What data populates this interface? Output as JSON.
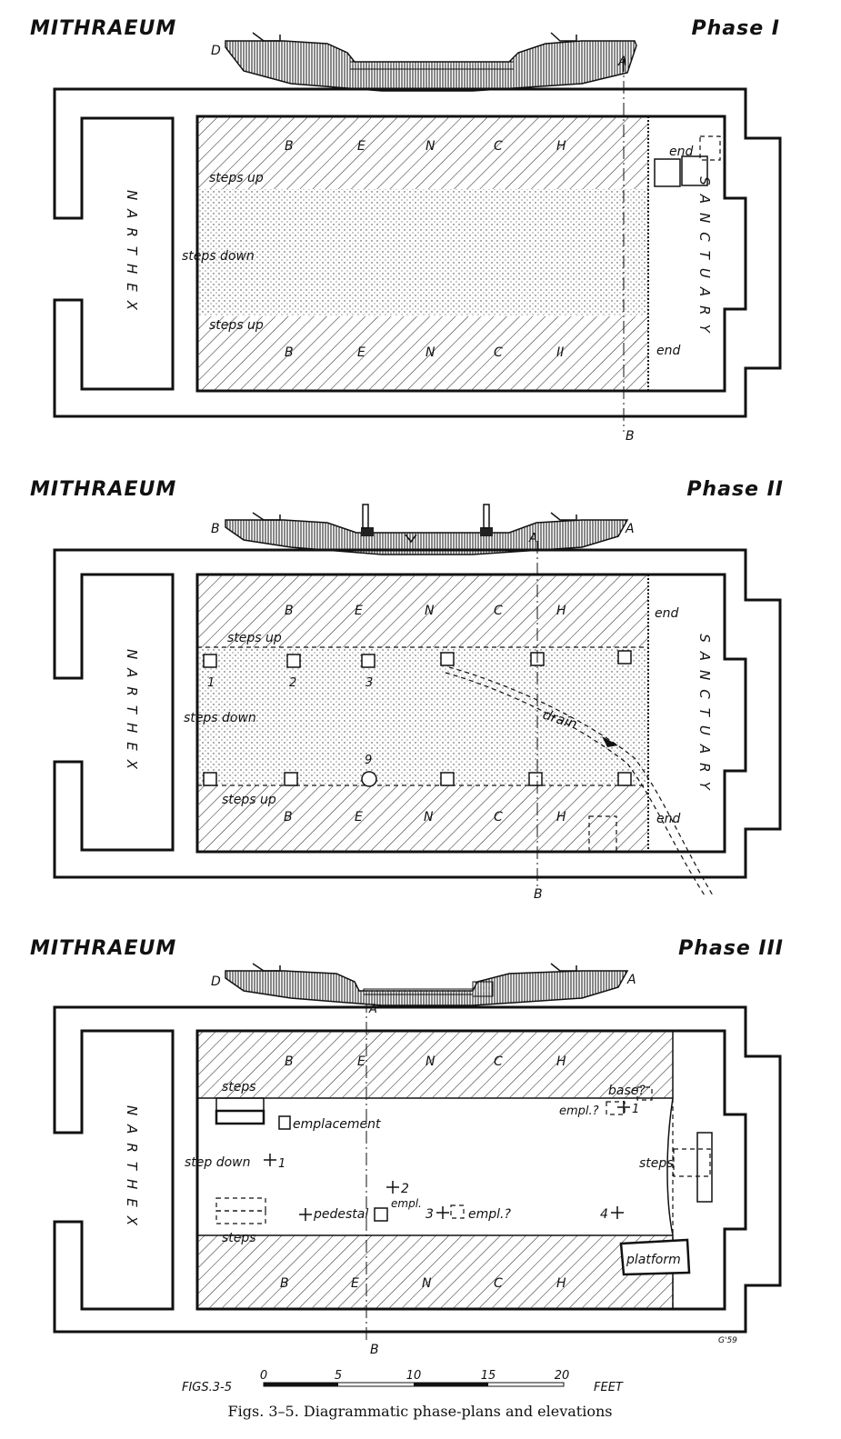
{
  "phases": [
    {
      "title": "MITHRAEUM",
      "phase": "Phase I",
      "section_left": "D",
      "section_right": "A",
      "axis_bottom": "B",
      "narthex": "NARTHEX",
      "sanctuary": "SANCTUARY",
      "bench_top": [
        "B",
        "E",
        "N",
        "C",
        "H"
      ],
      "bench_bottom": [
        "B",
        "E",
        "N",
        "C",
        "II"
      ],
      "steps_up_top": "steps up",
      "steps_down": "steps down",
      "steps_up_bottom": "steps up",
      "end_top": "end",
      "end_bottom": "end"
    },
    {
      "title": "MITHRAEUM",
      "phase": "Phase II",
      "section_left": "B",
      "section_right": "A",
      "axis_top": "A",
      "axis_bottom": "B",
      "narthex": "NARTHEX",
      "sanctuary": "SANCTUARY",
      "bench_top": [
        "B",
        "E",
        "N",
        "C",
        "H"
      ],
      "bench_bottom": [
        "B",
        "E",
        "N",
        "C",
        "H"
      ],
      "steps_up_top": "steps up",
      "steps_down": "steps down",
      "steps_up_bottom": "steps up",
      "end_top": "end",
      "end_bottom": "end",
      "post_numbers": [
        "1",
        "2",
        "3"
      ],
      "altar_number": "9",
      "drain": "drain"
    },
    {
      "title": "MITHRAEUM",
      "phase": "Phase III",
      "section_left": "D",
      "section_right": "A",
      "axis_top": "A",
      "axis_bottom": "B",
      "narthex": "NARTHEX",
      "bench_top": [
        "B",
        "E",
        "N",
        "C",
        "H"
      ],
      "bench_bottom": [
        "B",
        "E",
        "N",
        "C",
        "H"
      ],
      "steps_top": "steps",
      "steps_bottom": "steps",
      "steps_right": "steps",
      "emplacement": "emplacement",
      "step_down": "step down",
      "pedestal": "pedestal",
      "empl": "empl.",
      "empl_q": "empl.?",
      "empl_q2": "empl.?",
      "base_q": "base?",
      "platform": "platform",
      "marker_1a": "1",
      "marker_1b": "1",
      "marker_2": "2",
      "marker_3": "3",
      "marker_4": "4"
    }
  ],
  "scale": {
    "fig_label": "FIGS.3-5",
    "ticks": [
      "0",
      "5",
      "10",
      "15",
      "20"
    ],
    "unit": "FEET"
  },
  "caption": "Figs. 3–5.   Diagrammatic phase-plans and elevations",
  "signature": "G'59"
}
